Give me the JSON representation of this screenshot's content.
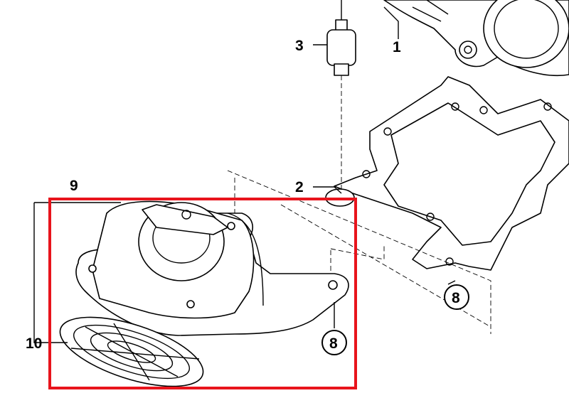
{
  "diagram": {
    "callouts": {
      "part_1": "1",
      "part_2": "2",
      "part_3": "3",
      "part_8_right": "8",
      "part_8_box": "8",
      "part_9": "9",
      "part_10": "10"
    },
    "highlight_color": "#e8141c"
  }
}
